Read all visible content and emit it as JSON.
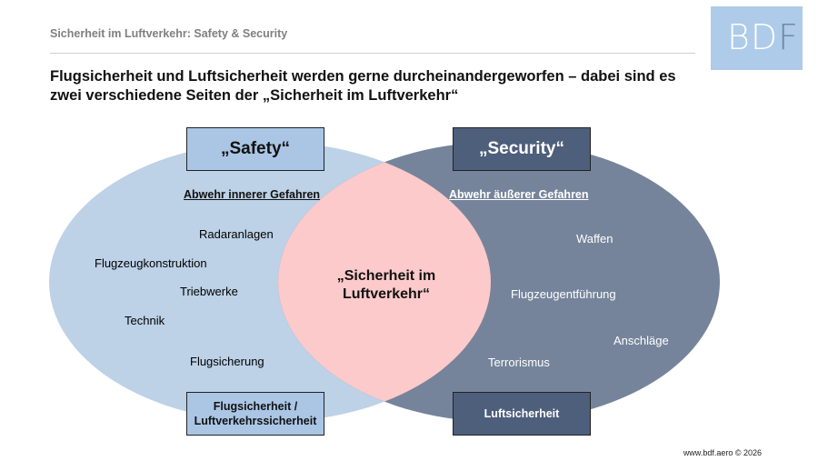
{
  "header": {
    "section_title": "Sicherheit im Luftverkehr: Safety & Security",
    "logo_text": "BDF"
  },
  "title": "Flugsicherheit und Luftsicherheit werden gerne durcheinandergeworfen – dabei sind es zwei verschiedene Seiten der „Sicherheit im Luftverkehr“",
  "safety": {
    "heading": "„Safety“",
    "subheading": "Abwehr innerer Gefahren",
    "items": [
      "Radaranlagen",
      "Flugzeugkonstruktion",
      "Triebwerke",
      "Technik",
      "Flugsicherung"
    ],
    "footer_box": "Flugsicherheit / Luftverkehrssicherheit",
    "color": "#bdd1e7"
  },
  "security": {
    "heading": "„Security“",
    "subheading": "Abwehr äußerer Gefahren",
    "items": [
      "Waffen",
      "Flugzeugentführung",
      "Anschläge",
      "Terrorismus"
    ],
    "footer_box": "Luftsicherheit",
    "color": "#75849b"
  },
  "overlap": {
    "label": "„Sicherheit im Luftverkehr“",
    "color": "#fccaca"
  },
  "footer": "www.bdf.aero © 2026"
}
